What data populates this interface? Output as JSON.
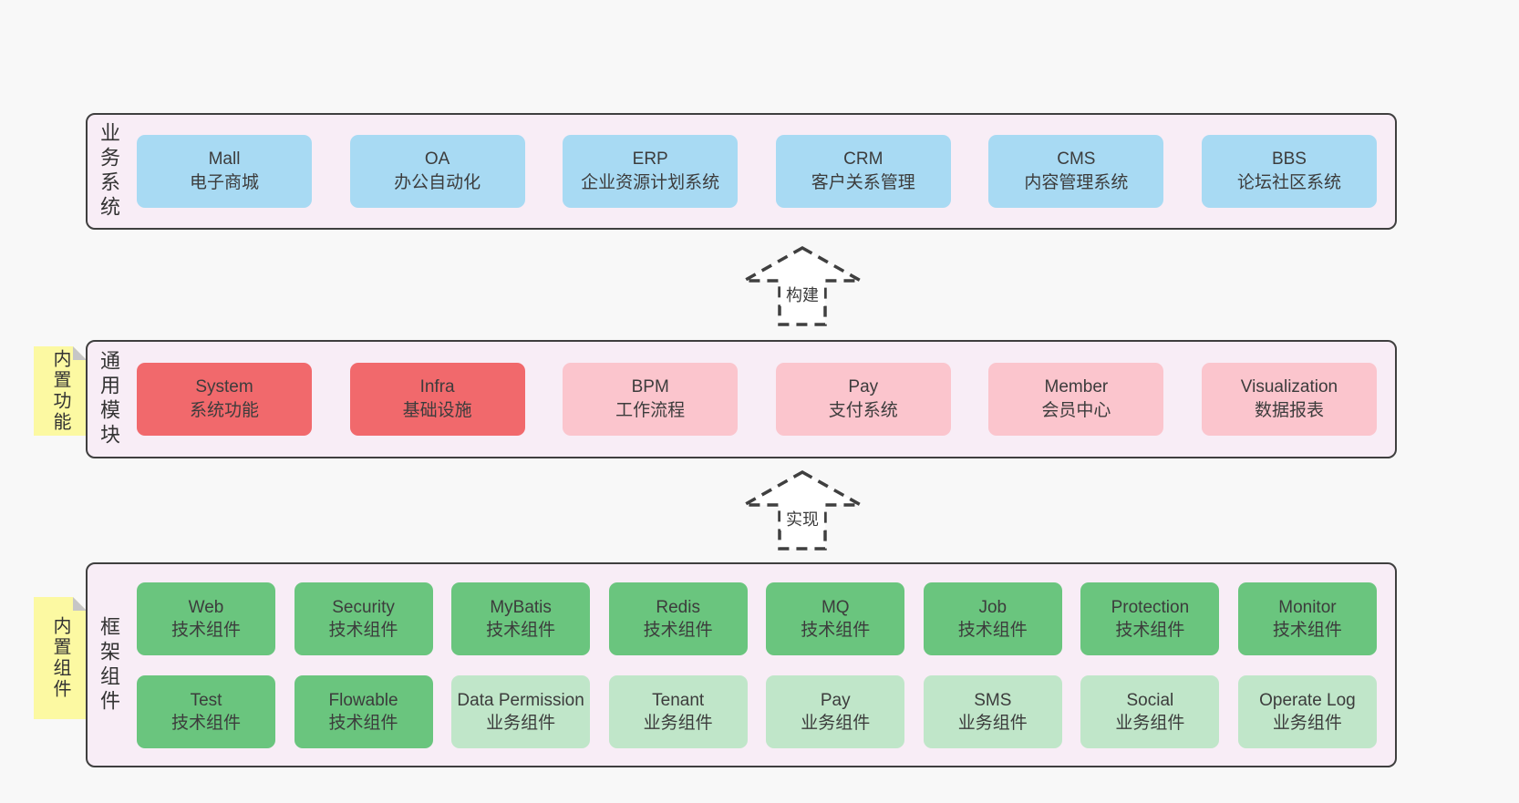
{
  "colors": {
    "page_bg": "#f8f8f8",
    "panel_bg": "#f8edf6",
    "border": "#3f3f3f",
    "text": "#3c3c3c",
    "blue": "#a8daf3",
    "red": "#f1696c",
    "pink": "#fbc5cd",
    "green": "#6ac57e",
    "light_green": "#c0e6c9",
    "sticky_yellow": "#fcf9a2",
    "fold_gray": "#c6c6c6",
    "arrow_fill": "#ffffff"
  },
  "sections": {
    "business": {
      "label": "业务系统",
      "boxes": [
        {
          "name": "Mall",
          "subtitle": "电子商城",
          "color": "blue"
        },
        {
          "name": "OA",
          "subtitle": "办公自动化",
          "color": "blue"
        },
        {
          "name": "ERP",
          "subtitle": "企业资源计划系统",
          "color": "blue"
        },
        {
          "name": "CRM",
          "subtitle": "客户关系管理",
          "color": "blue"
        },
        {
          "name": "CMS",
          "subtitle": "内容管理系统",
          "color": "blue"
        },
        {
          "name": "BBS",
          "subtitle": "论坛社区系统",
          "color": "blue"
        }
      ]
    },
    "common": {
      "label": "通用模块",
      "sticky": "内置功能",
      "boxes": [
        {
          "name": "System",
          "subtitle": "系统功能",
          "color": "red"
        },
        {
          "name": "Infra",
          "subtitle": "基础设施",
          "color": "red"
        },
        {
          "name": "BPM",
          "subtitle": "工作流程",
          "color": "pink"
        },
        {
          "name": "Pay",
          "subtitle": "支付系统",
          "color": "pink"
        },
        {
          "name": "Member",
          "subtitle": "会员中心",
          "color": "pink"
        },
        {
          "name": "Visualization",
          "subtitle": "数据报表",
          "color": "pink"
        }
      ]
    },
    "framework": {
      "label": "框架组件",
      "sticky": "内置组件",
      "rows": [
        [
          {
            "name": "Web",
            "subtitle": "技术组件",
            "color": "green"
          },
          {
            "name": "Security",
            "subtitle": "技术组件",
            "color": "green"
          },
          {
            "name": "MyBatis",
            "subtitle": "技术组件",
            "color": "green"
          },
          {
            "name": "Redis",
            "subtitle": "技术组件",
            "color": "green"
          },
          {
            "name": "MQ",
            "subtitle": "技术组件",
            "color": "green"
          },
          {
            "name": "Job",
            "subtitle": "技术组件",
            "color": "green"
          },
          {
            "name": "Protection",
            "subtitle": "技术组件",
            "color": "green"
          },
          {
            "name": "Monitor",
            "subtitle": "技术组件",
            "color": "green"
          }
        ],
        [
          {
            "name": "Test",
            "subtitle": "技术组件",
            "color": "green"
          },
          {
            "name": "Flowable",
            "subtitle": "技术组件",
            "color": "green"
          },
          {
            "name": "Data Permission",
            "subtitle": "业务组件",
            "color": "light_green"
          },
          {
            "name": "Tenant",
            "subtitle": "业务组件",
            "color": "light_green"
          },
          {
            "name": "Pay",
            "subtitle": "业务组件",
            "color": "light_green"
          },
          {
            "name": "SMS",
            "subtitle": "业务组件",
            "color": "light_green"
          },
          {
            "name": "Social",
            "subtitle": "业务组件",
            "color": "light_green"
          },
          {
            "name": "Operate Log",
            "subtitle": "业务组件",
            "color": "light_green"
          }
        ]
      ]
    }
  },
  "arrows": [
    {
      "label": "构建"
    },
    {
      "label": "实现"
    }
  ]
}
